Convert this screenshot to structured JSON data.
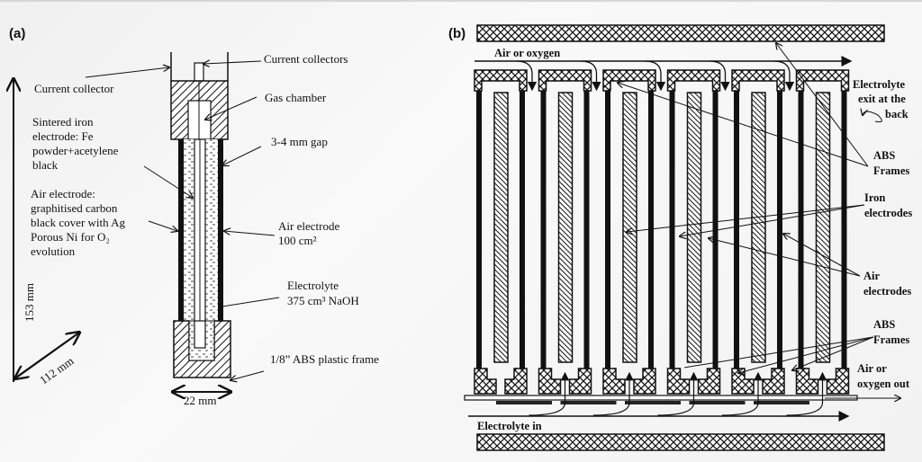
{
  "panel_a": {
    "tag": "(a)",
    "labels": {
      "current_collector": "Current collector",
      "iron_electrode": [
        "Sintered iron",
        "electrode: Fe",
        "powder+acetylene",
        "black"
      ],
      "air_electrode_desc": [
        "Air electrode:",
        "graphitised carbon",
        "black cover with Ag",
        "Porous Ni for O₂",
        "evolution"
      ],
      "current_collectors": "Current collectors",
      "gas_chamber": "Gas chamber",
      "gap": "3-4 mm gap",
      "air_electrode_area": [
        "Air electrode",
        "100 cm²"
      ],
      "electrolyte": [
        "Electrolyte",
        "375 cm³ NaOH"
      ],
      "frame": "1/8” ABS plastic frame"
    },
    "dimensions": {
      "height": "153 mm",
      "depth": "112 mm",
      "width": "22 mm"
    }
  },
  "panel_b": {
    "tag": "(b)",
    "cell_count": 6,
    "labels": {
      "air_in": "Air or oxygen",
      "electrolyte_exit": [
        "Electrolyte",
        "exit at the",
        "back"
      ],
      "abs_frames_top": [
        "ABS",
        "Frames"
      ],
      "iron_electrodes": [
        "Iron",
        "electrodes"
      ],
      "air_electrodes": [
        "Air",
        "electrodes"
      ],
      "abs_frames_bottom": [
        "ABS",
        "Frames"
      ],
      "air_out": [
        "Air or",
        "oxygen out"
      ],
      "electrolyte_in": "Electrolyte in"
    }
  }
}
